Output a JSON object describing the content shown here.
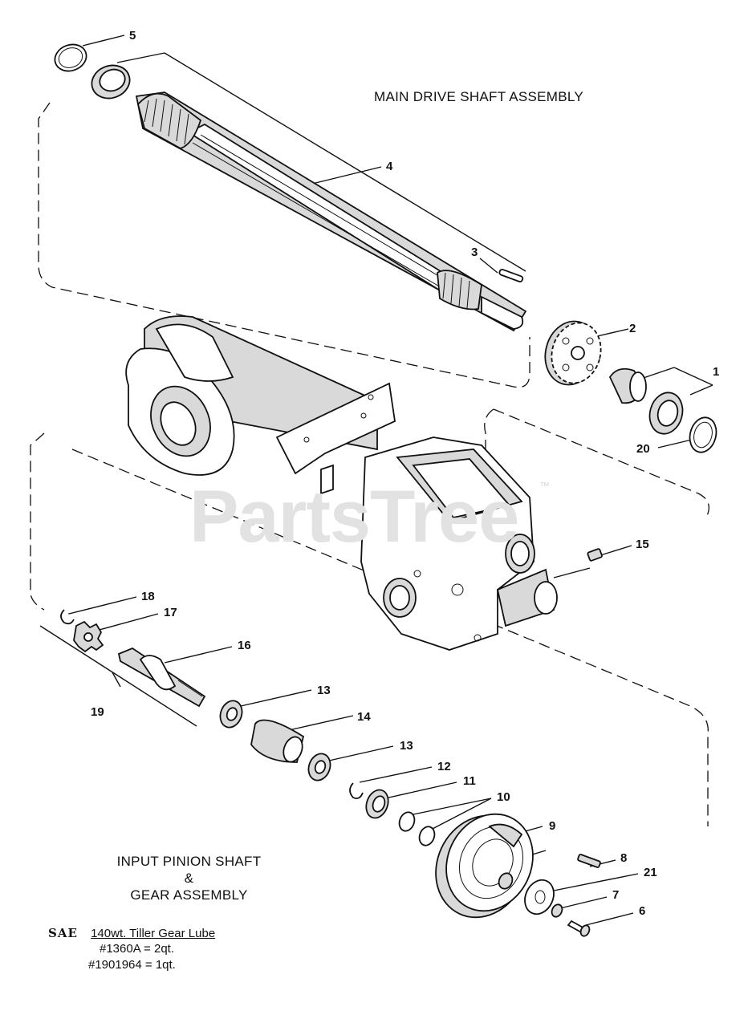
{
  "watermark": "PartsTree",
  "watermark_tm": "™",
  "titles": {
    "main_drive": "MAIN DRIVE SHAFT ASSEMBLY",
    "input_pinion_line1": "INPUT PINION SHAFT &",
    "input_pinion_line2": "GEAR ASSEMBLY"
  },
  "lube_note": {
    "prefix": "SAE",
    "product": "140wt. Tiller Gear Lube",
    "line2": "#1360A = 2qt.",
    "line3": "#1901964 = 1qt."
  },
  "callouts": [
    "5",
    "4",
    "3",
    "2",
    "1",
    "20",
    "15",
    "18",
    "17",
    "16",
    "19",
    "13",
    "14",
    "13",
    "12",
    "11",
    "10",
    "9",
    "8",
    "21",
    "7",
    "6"
  ]
}
